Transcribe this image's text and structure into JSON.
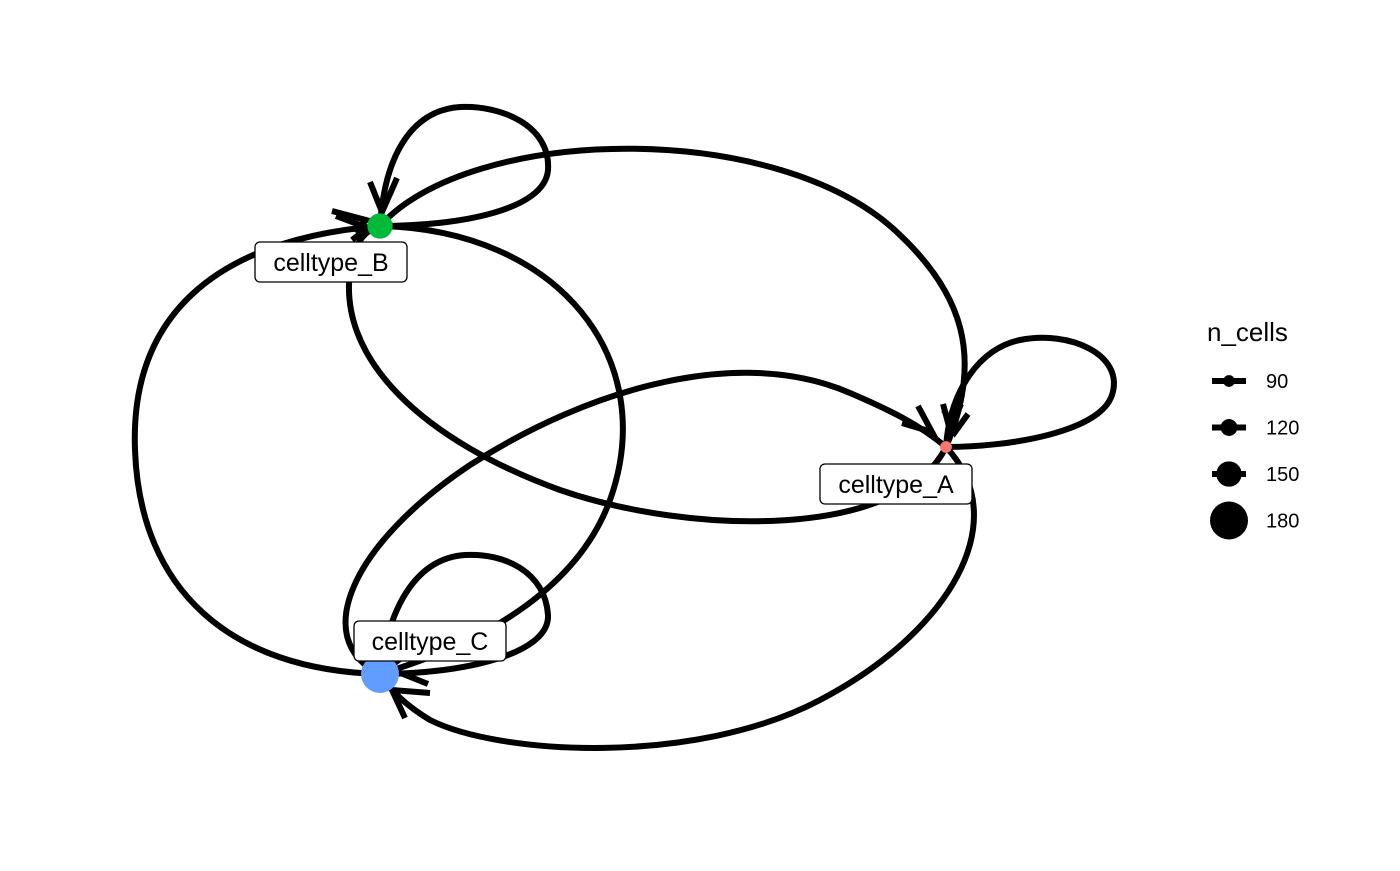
{
  "nodes": [
    {
      "id": "celltype_A",
      "label": "celltype_A",
      "color": "#F8766D",
      "n_cells": 90
    },
    {
      "id": "celltype_B",
      "label": "celltype_B",
      "color": "#00BA38",
      "n_cells": 150
    },
    {
      "id": "celltype_C",
      "label": "celltype_C",
      "color": "#619CFF",
      "n_cells": 180
    }
  ],
  "edges": [
    {
      "from": "celltype_A",
      "to": "celltype_A"
    },
    {
      "from": "celltype_B",
      "to": "celltype_B"
    },
    {
      "from": "celltype_C",
      "to": "celltype_C"
    },
    {
      "from": "celltype_B",
      "to": "celltype_A"
    },
    {
      "from": "celltype_A",
      "to": "celltype_B"
    },
    {
      "from": "celltype_C",
      "to": "celltype_A"
    },
    {
      "from": "celltype_A",
      "to": "celltype_C"
    },
    {
      "from": "celltype_B",
      "to": "celltype_C"
    },
    {
      "from": "celltype_C",
      "to": "celltype_B"
    }
  ],
  "legend": {
    "title": "n_cells",
    "items": [
      {
        "label": "90",
        "value": 90
      },
      {
        "label": "120",
        "value": 120
      },
      {
        "label": "150",
        "value": 150
      },
      {
        "label": "180",
        "value": 180
      }
    ]
  }
}
